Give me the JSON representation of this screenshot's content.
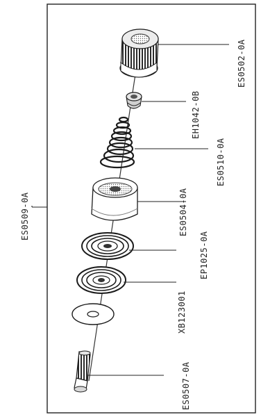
{
  "assembly": {
    "label": "ES0509-0A"
  },
  "parts": [
    {
      "id": "cap",
      "label": "ES0502-0A",
      "icon": "knurled-cap-icon"
    },
    {
      "id": "nut",
      "label": "EH1042-0B",
      "icon": "small-nut-icon"
    },
    {
      "id": "spring",
      "label": "ES0510-0A",
      "icon": "coil-spring-icon"
    },
    {
      "id": "cup",
      "label": "ES0504-0A",
      "icon": "cup-housing-icon"
    },
    {
      "id": "diaphragm",
      "label": "EP1025-0A",
      "icon": "diaphragm-disc-icon"
    },
    {
      "id": "washer",
      "label": "XB123001",
      "icon": "flat-washer-icon"
    },
    {
      "id": "screw",
      "label": "ES0507-0A",
      "icon": "threaded-screw-icon"
    }
  ],
  "colors": {
    "line": "#222222",
    "shade": "#9a9a9a",
    "dark": "#333333"
  }
}
